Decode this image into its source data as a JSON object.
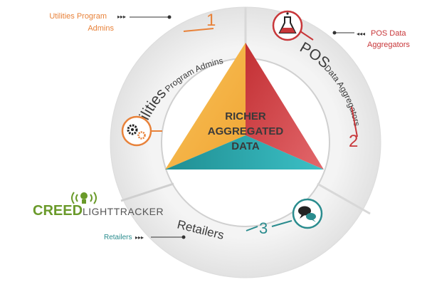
{
  "center": {
    "line1": "RICHER",
    "line2": "AGGREGATED",
    "line3": "DATA"
  },
  "segments": [
    {
      "number": "1",
      "title": "Utilities",
      "subtitle": "Program Admins",
      "callout": [
        "Utilities Program",
        "Admins"
      ],
      "callout_arrow": "▸▸▸",
      "icon": "gears-icon",
      "color": "#e8823a"
    },
    {
      "number": "2",
      "title": "POS",
      "subtitle": "Data Aggregators",
      "callout": [
        "POS Data",
        "Aggregators"
      ],
      "callout_arrow": "◂◂◂",
      "icon": "flask-icon",
      "color": "#c8373a"
    },
    {
      "number": "3",
      "title": "Retailers",
      "subtitle": "",
      "callout": [
        "Retailers"
      ],
      "callout_arrow": "▸▸▸",
      "icon": "chat-bubbles-icon",
      "color": "#2a8c8e"
    }
  ],
  "logo": {
    "creed": "CREED",
    "tracker": "LIGHTTRACKER",
    "icon": "lightbulb-icon",
    "color": "#6a9a2a"
  },
  "colors": {
    "ring": "#ebebeb",
    "ring_shadow": "#d5d5d5",
    "text_dark": "#3a3a3a"
  }
}
